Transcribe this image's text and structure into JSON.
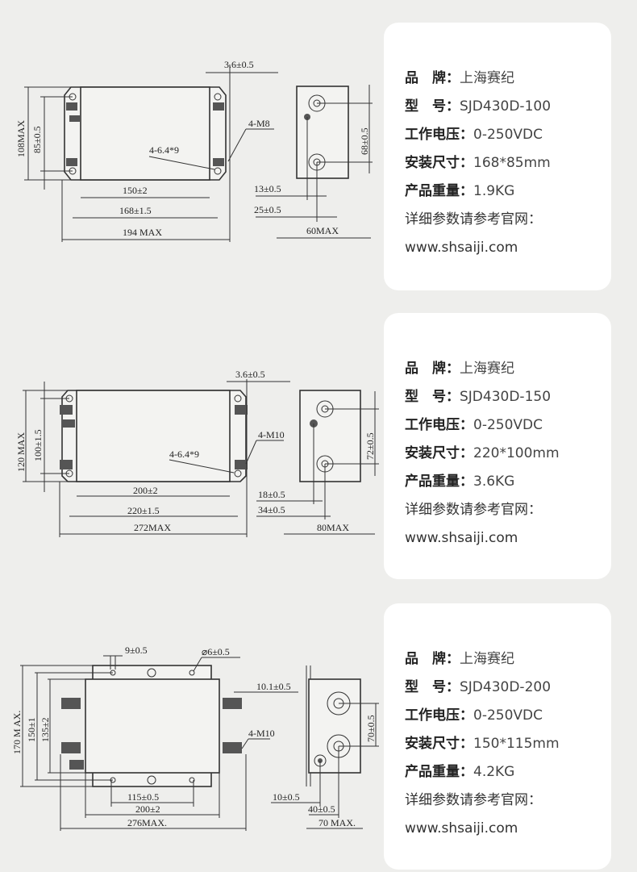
{
  "products": [
    {
      "specs": [
        {
          "label": "品　牌：",
          "value": "上海赛纪"
        },
        {
          "label": "型　号：",
          "value": "SJD430D-100"
        },
        {
          "label": "工作电压：",
          "value": "0-250VDC"
        },
        {
          "label": "安装尺寸：",
          "value": "168*85mm"
        },
        {
          "label": "产品重量：",
          "value": "1.9KG"
        }
      ],
      "website_label": "详细参数请参考官网：",
      "website": "www.shsaiji.com",
      "drawing": {
        "height_max": "108MAX",
        "hole_pitch_v": "85±0.5",
        "body_width": "150±2",
        "hole_pitch_h": "168±1.5",
        "total_width": "194 MAX",
        "stud_offset": "3.6±0.5",
        "stud_thread": "4-M8",
        "slot": "4-6.4*9",
        "side_pitch_v": "68±0.5",
        "side_d1": "13±0.5",
        "side_d2": "25±0.5",
        "depth_max": "60MAX"
      }
    },
    {
      "specs": [
        {
          "label": "品　牌：",
          "value": "上海赛纪"
        },
        {
          "label": "型　号：",
          "value": "SJD430D-150"
        },
        {
          "label": "工作电压：",
          "value": "0-250VDC"
        },
        {
          "label": "安装尺寸：",
          "value": "220*100mm"
        },
        {
          "label": "产品重量：",
          "value": "3.6KG"
        }
      ],
      "website_label": "详细参数请参考官网：",
      "website": "www.shsaiji.com",
      "drawing": {
        "height_max": "120 MAX",
        "hole_pitch_v": "100±1.5",
        "body_width": "200±2",
        "hole_pitch_h": "220±1.5",
        "total_width": "272MAX",
        "stud_offset": "3.6±0.5",
        "stud_thread": "4-M10",
        "slot": "4-6.4*9",
        "side_pitch_v": "72±0.5",
        "side_d1": "18±0.5",
        "side_d2": "34±0.5",
        "depth_max": "80MAX"
      }
    },
    {
      "specs": [
        {
          "label": "品　牌：",
          "value": "上海赛纪"
        },
        {
          "label": "型　号：",
          "value": "SJD430D-200"
        },
        {
          "label": "工作电压：",
          "value": "0-250VDC"
        },
        {
          "label": "安装尺寸：",
          "value": "150*115mm"
        },
        {
          "label": "产品重量：",
          "value": "4.2KG"
        }
      ],
      "website_label": "详细参数请参考官网：",
      "website": "www.shsaiji.com",
      "drawing": {
        "height_max": "170 M AX.",
        "hole_pitch_v": "150±1",
        "body_height": "135±2",
        "slot_width": "9±0.5",
        "hole_dia": "⌀6±0.5",
        "stud_len": "10.1±0.5",
        "stud_thread": "4-M10",
        "hole_pitch_h": "115±0.5",
        "body_width": "200±2",
        "total_width": "276MAX.",
        "side_pitch_v": "70±0.5",
        "side_d1": "10±0.5",
        "side_d2": "40±0.5",
        "depth_max": "70 MAX."
      }
    }
  ]
}
